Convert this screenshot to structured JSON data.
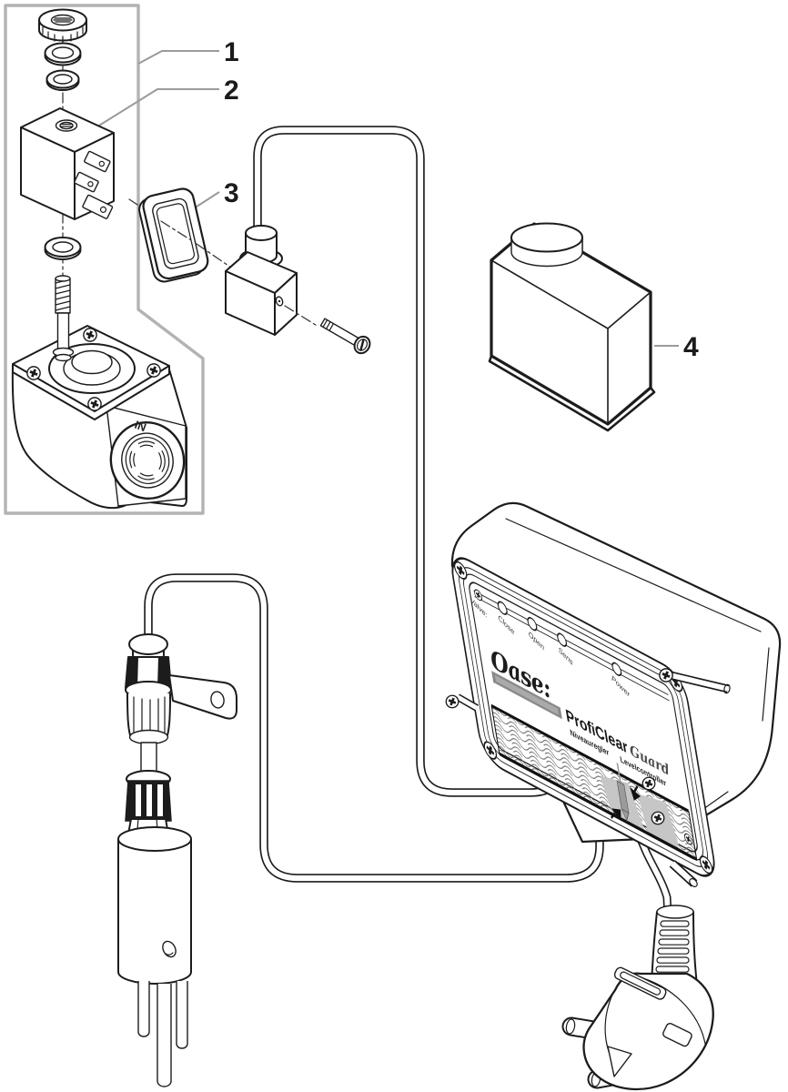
{
  "diagram": {
    "kind": "exploded-parts-line-drawing",
    "callouts": {
      "c1": "1",
      "c2": "2",
      "c3": "3",
      "c4": "4"
    },
    "valve": {
      "port_label": "IN"
    },
    "controller": {
      "brand": "Oase:",
      "product": "ProfiClear",
      "variant": "Guard",
      "subtitle_de": "Niveauregler",
      "subtitle_en": "Levelcontroller",
      "leds": {
        "group": "Valve:",
        "close": "Close",
        "open": "Open",
        "sens": "Sens",
        "power": "Power"
      }
    },
    "colors": {
      "line": "#1c1c1c",
      "group_frame_gray": "#b3b3b3",
      "leader_gray": "#9b9b9b",
      "logo_bar_gray": "#8a8a8a",
      "probe_gray": "#9b9b9b",
      "water_patch_gray": "#c6c6c6"
    }
  }
}
